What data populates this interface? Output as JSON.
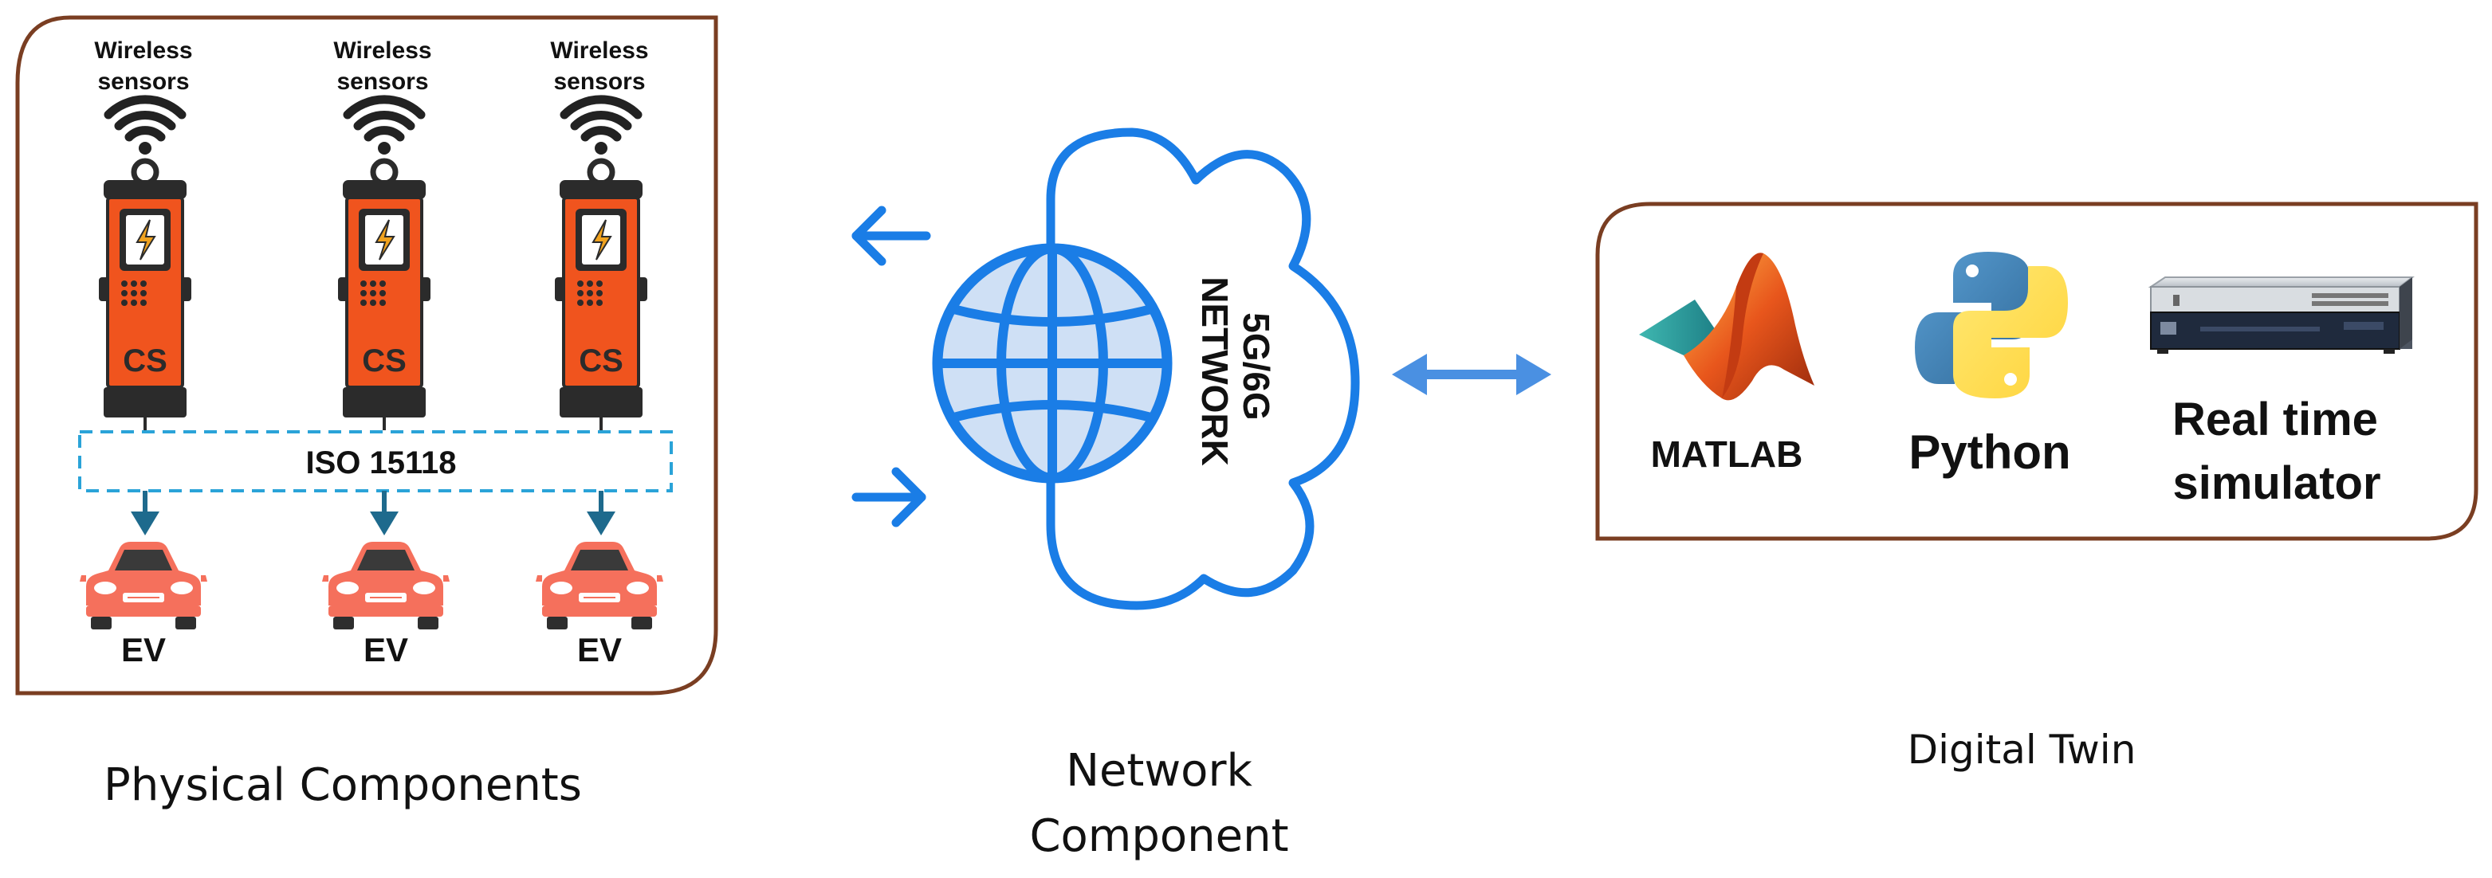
{
  "physical": {
    "sensor_label_line1": "Wireless",
    "sensor_label_line2": "sensors",
    "station_label": "CS",
    "protocol_label": "ISO 15118",
    "vehicle_label": "EV",
    "caption": "Physical Components",
    "stations": [
      "station-1",
      "station-2",
      "station-3"
    ]
  },
  "network": {
    "cloud_line1": "5G/6G",
    "cloud_line2": "NETWORK",
    "caption_line1": "Network",
    "caption_line2": "Component"
  },
  "digital_twin": {
    "matlab_label": "MATLAB",
    "python_label": "Python",
    "rts_line1": "Real time",
    "rts_line2": "simulator",
    "caption": "Digital Twin"
  },
  "colors": {
    "box_border": "#7a3e22",
    "charger_orange": "#f0541e",
    "charger_dark": "#2b2b2b",
    "car_coral": "#f5705c",
    "arrow_teal": "#1e6a8d",
    "dashed_blue": "#2aa3d8",
    "network_blue": "#1a7de6",
    "globe_fill": "#cfe0f5",
    "double_arrow_blue": "#4a90e2"
  },
  "icons": {
    "wifi": "wifi-icon",
    "charger": "charging-station-icon",
    "bolt": "lightning-bolt-icon",
    "car": "car-icon",
    "globe": "globe-icon",
    "cloud": "cloud-icon",
    "matlab": "matlab-logo-icon",
    "python": "python-logo-icon",
    "simulator": "simulator-hardware-icon"
  }
}
